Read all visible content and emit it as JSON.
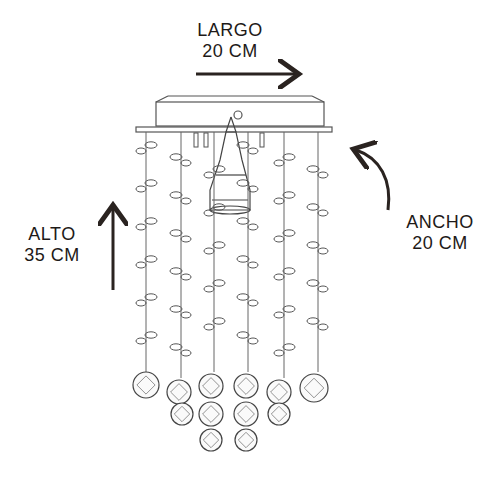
{
  "diagram": {
    "labels": [
      "LARGO 20 CM",
      "ALTO 35 CM",
      "ANCHO 20 CM"
    ]
  }
}
